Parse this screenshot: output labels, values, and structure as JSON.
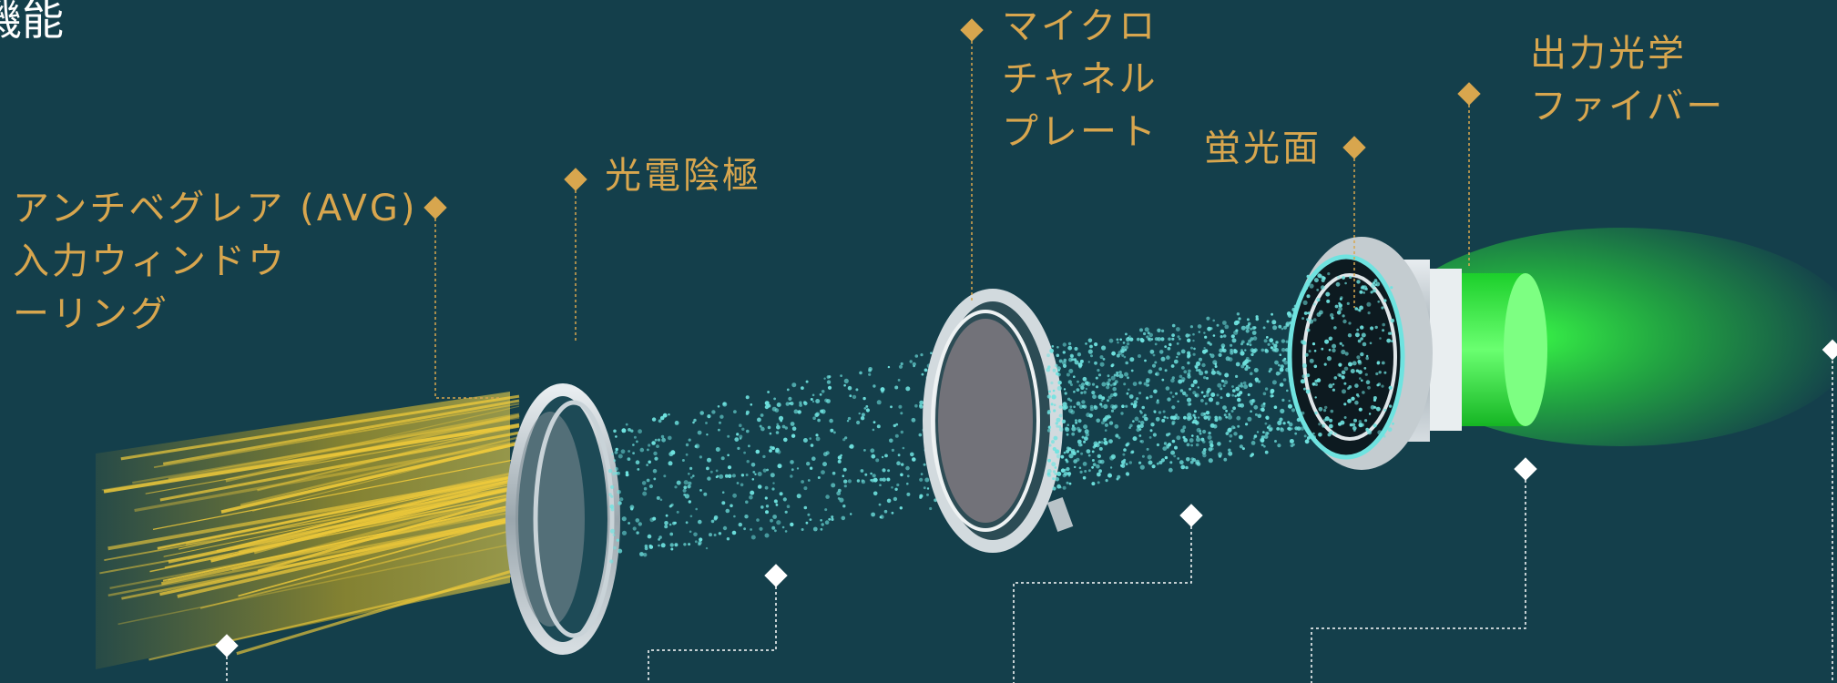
{
  "title": "機能",
  "labels": {
    "avg": [
      "アンチベグレア (AVG)",
      "入力ウィンドウ",
      "ーリング"
    ],
    "photocathode": "光電陰極",
    "mcp": [
      "マイクロ",
      "チャネル",
      "プレート"
    ],
    "phosphor": "蛍光面",
    "fiber": [
      "出力光学",
      "ファイバー"
    ]
  },
  "colors": {
    "background": "#143f4b",
    "label": "#d8a64e",
    "photon": "#f5c518",
    "electron": "#6fe3e0",
    "output": "#2cf03a",
    "marker": "#ffffff"
  }
}
